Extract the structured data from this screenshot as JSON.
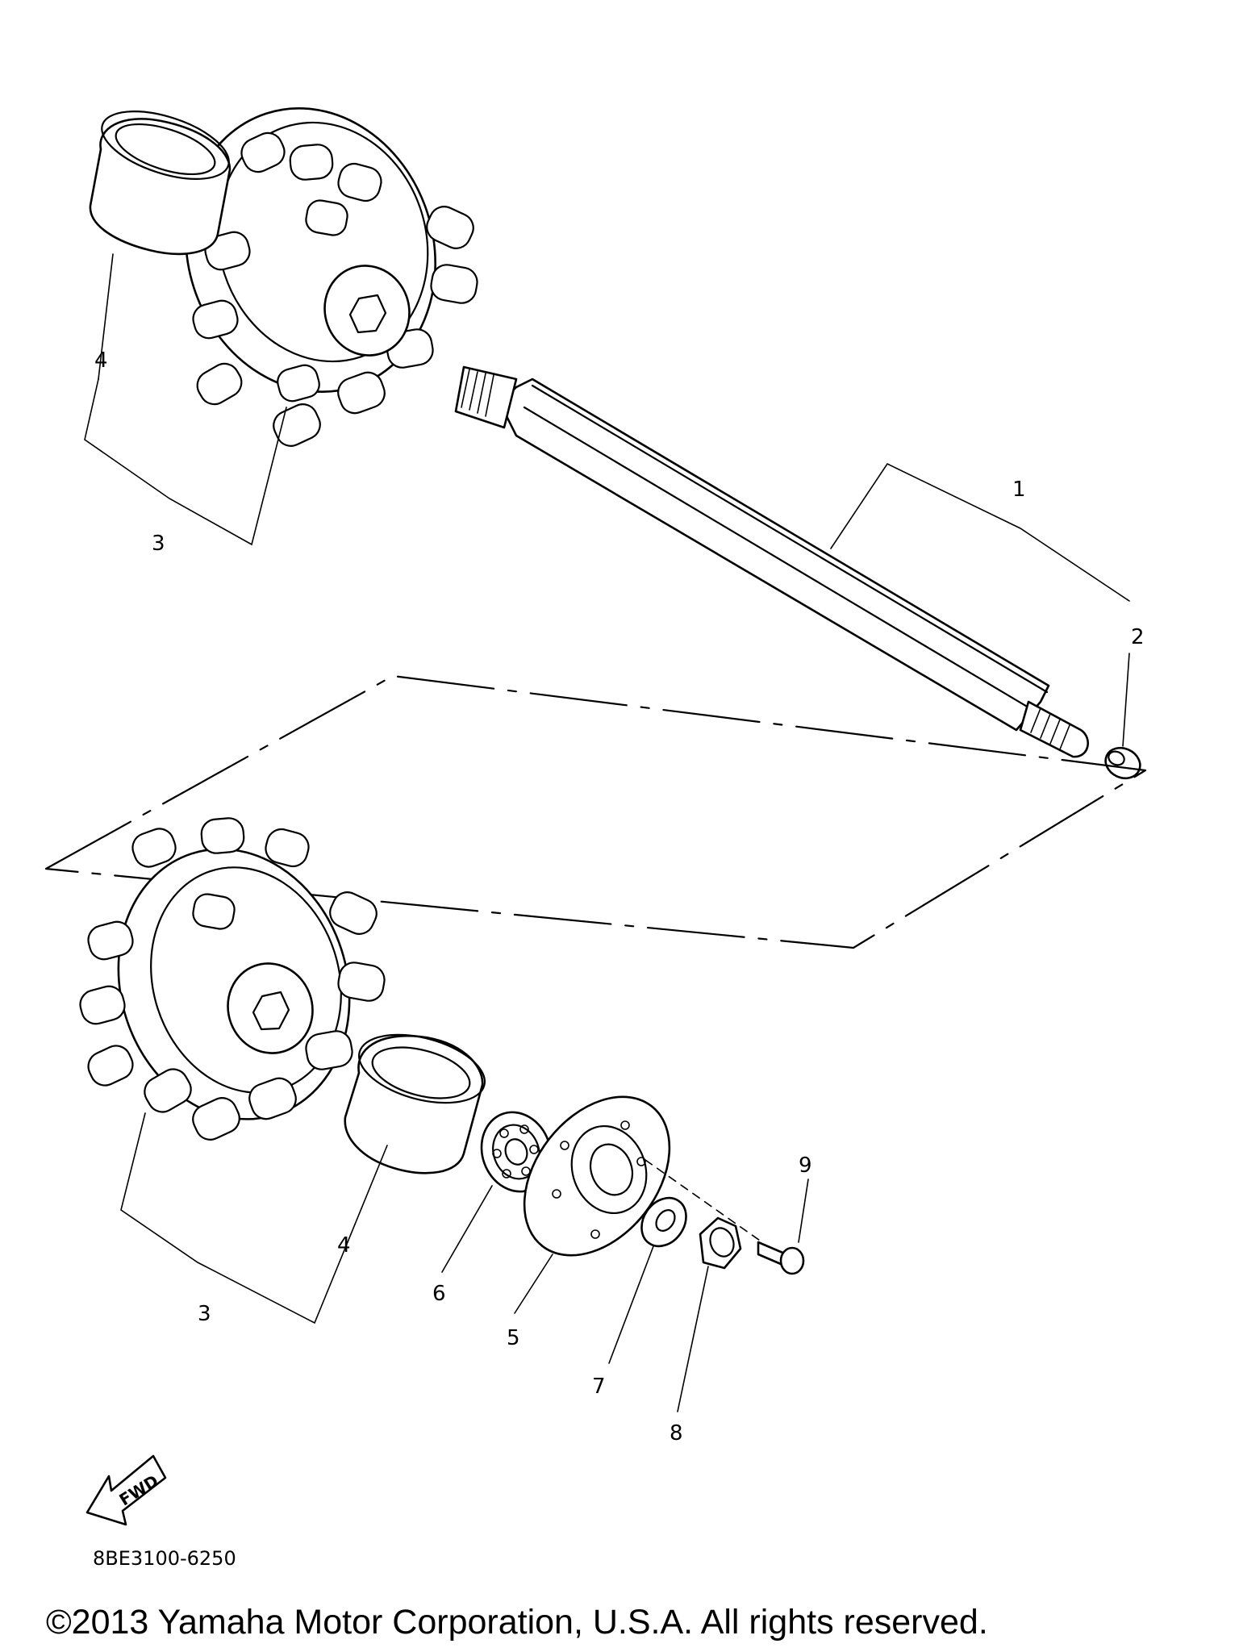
{
  "diagram": {
    "callouts": {
      "c1": "1",
      "c2": "2",
      "c3_top": "3",
      "c4_top": "4",
      "c3_bottom": "3",
      "c4_bottom": "4",
      "c5": "5",
      "c6": "6",
      "c7": "7",
      "c8": "8",
      "c9": "9"
    },
    "fwd_label": "FWD",
    "drawing_code": "8BE3100-6250",
    "copyright": "©2013 Yamaha Motor Corporation, U.S.A. All rights reserved."
  }
}
